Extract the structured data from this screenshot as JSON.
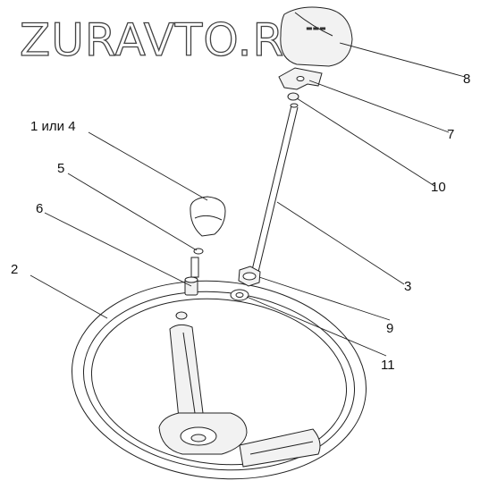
{
  "watermark": "ZURAVTO.RU",
  "callouts": [
    {
      "id": "c1",
      "text": "1 или 4"
    },
    {
      "id": "c2",
      "text": "2"
    },
    {
      "id": "c3",
      "text": "3"
    },
    {
      "id": "c5",
      "text": "5"
    },
    {
      "id": "c6",
      "text": "6"
    },
    {
      "id": "c7",
      "text": "7"
    },
    {
      "id": "c8",
      "text": "8"
    },
    {
      "id": "c9",
      "text": "9"
    },
    {
      "id": "c10",
      "text": "10"
    },
    {
      "id": "c11",
      "text": "11"
    }
  ]
}
